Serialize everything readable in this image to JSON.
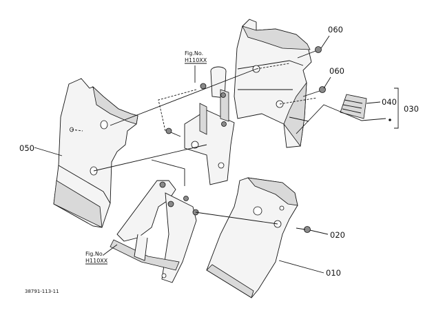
{
  "callouts": {
    "c060a": "060",
    "c060b": "060",
    "c040": "040",
    "c030": "030",
    "c050": "050",
    "c020": "020",
    "c010": "010"
  },
  "fig_refs": {
    "top": {
      "line1": "Fig.No.",
      "line2": "H110XX"
    },
    "bottom": {
      "line1": "Fig.No.",
      "line2": "H110XX"
    }
  },
  "drawing_code": "38791-113-11"
}
